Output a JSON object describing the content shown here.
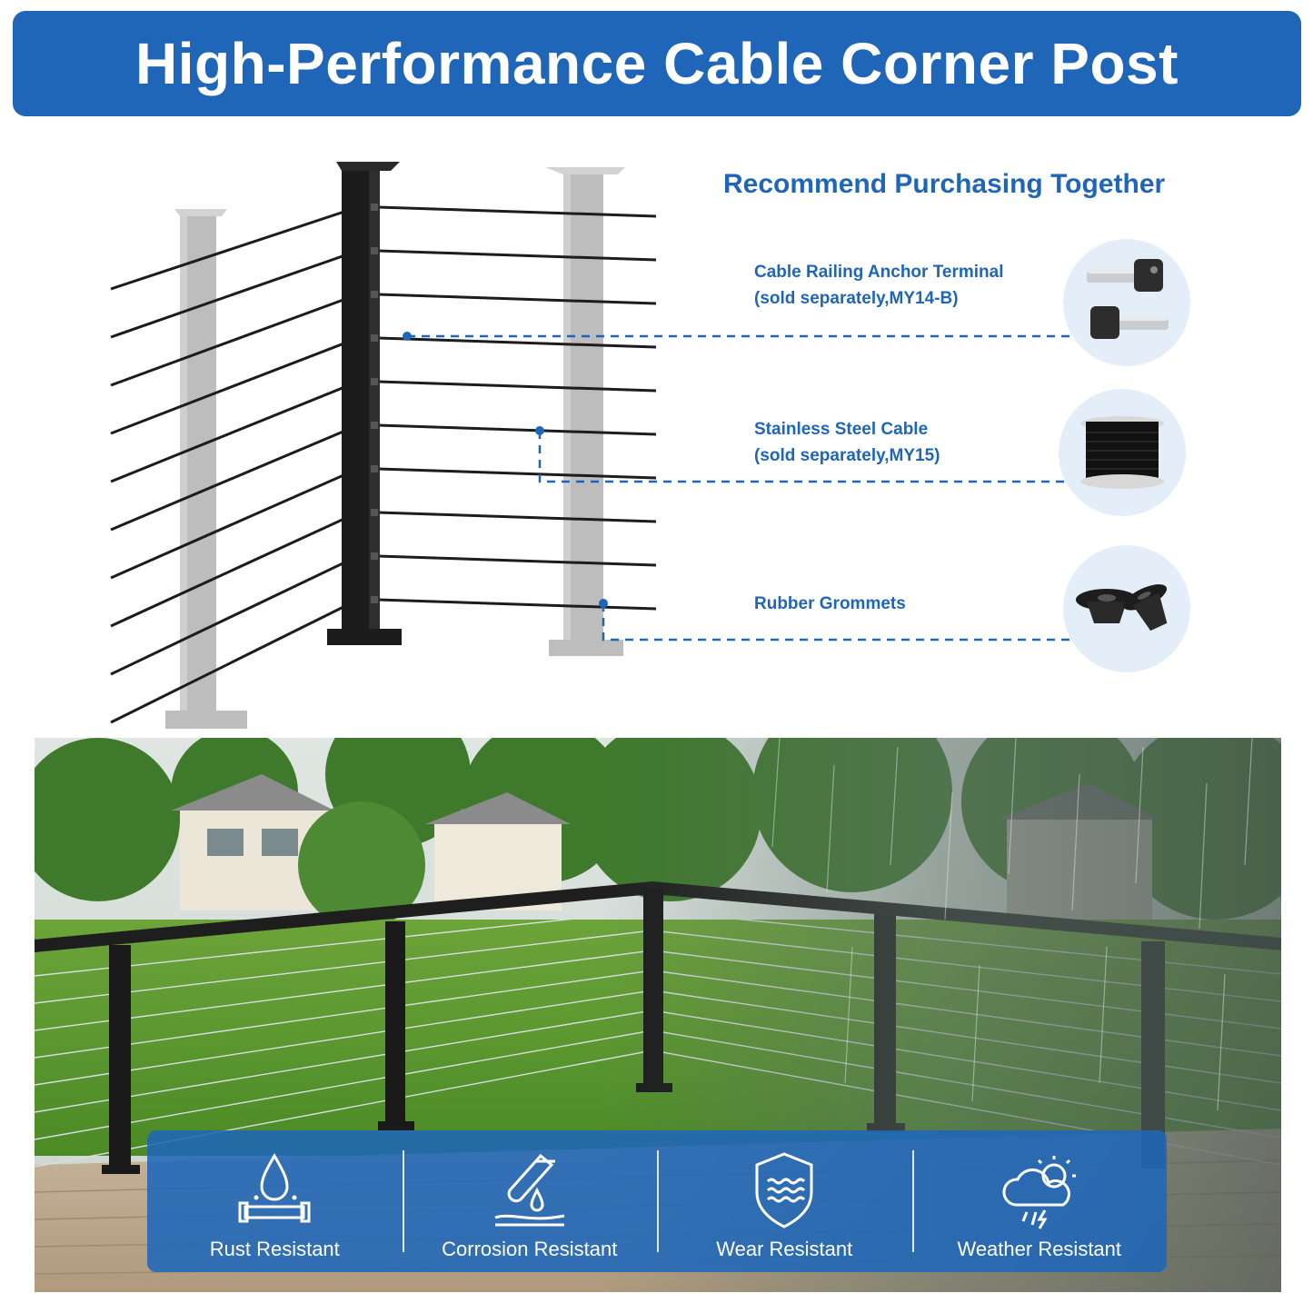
{
  "header": {
    "title": "High-Performance Cable Corner Post"
  },
  "recommend": {
    "title": "Recommend Purchasing Together",
    "items": [
      {
        "line1": "Cable Railing Anchor Terminal",
        "line2": "(sold separately,MY14-B)",
        "icon": "anchor-terminal-icon"
      },
      {
        "line1": "Stainless Steel Cable",
        "line2": "(sold separately,MY15)",
        "icon": "cable-spool-icon"
      },
      {
        "line1": "Rubber Grommets",
        "line2": "",
        "icon": "rubber-grommet-icon"
      }
    ]
  },
  "colors": {
    "brand": "#1f66b8",
    "post_black": "#1c1c1c",
    "post_gray": "#b9b9b9",
    "bubble": "#e4eef8"
  },
  "features": [
    {
      "label": "Rust Resistant",
      "icon": "rust-resistant-icon"
    },
    {
      "label": "Corrosion Resistant",
      "icon": "corrosion-resistant-icon"
    },
    {
      "label": "Wear Resistant",
      "icon": "wear-resistant-icon"
    },
    {
      "label": "Weather Resistant",
      "icon": "weather-resistant-icon"
    }
  ]
}
